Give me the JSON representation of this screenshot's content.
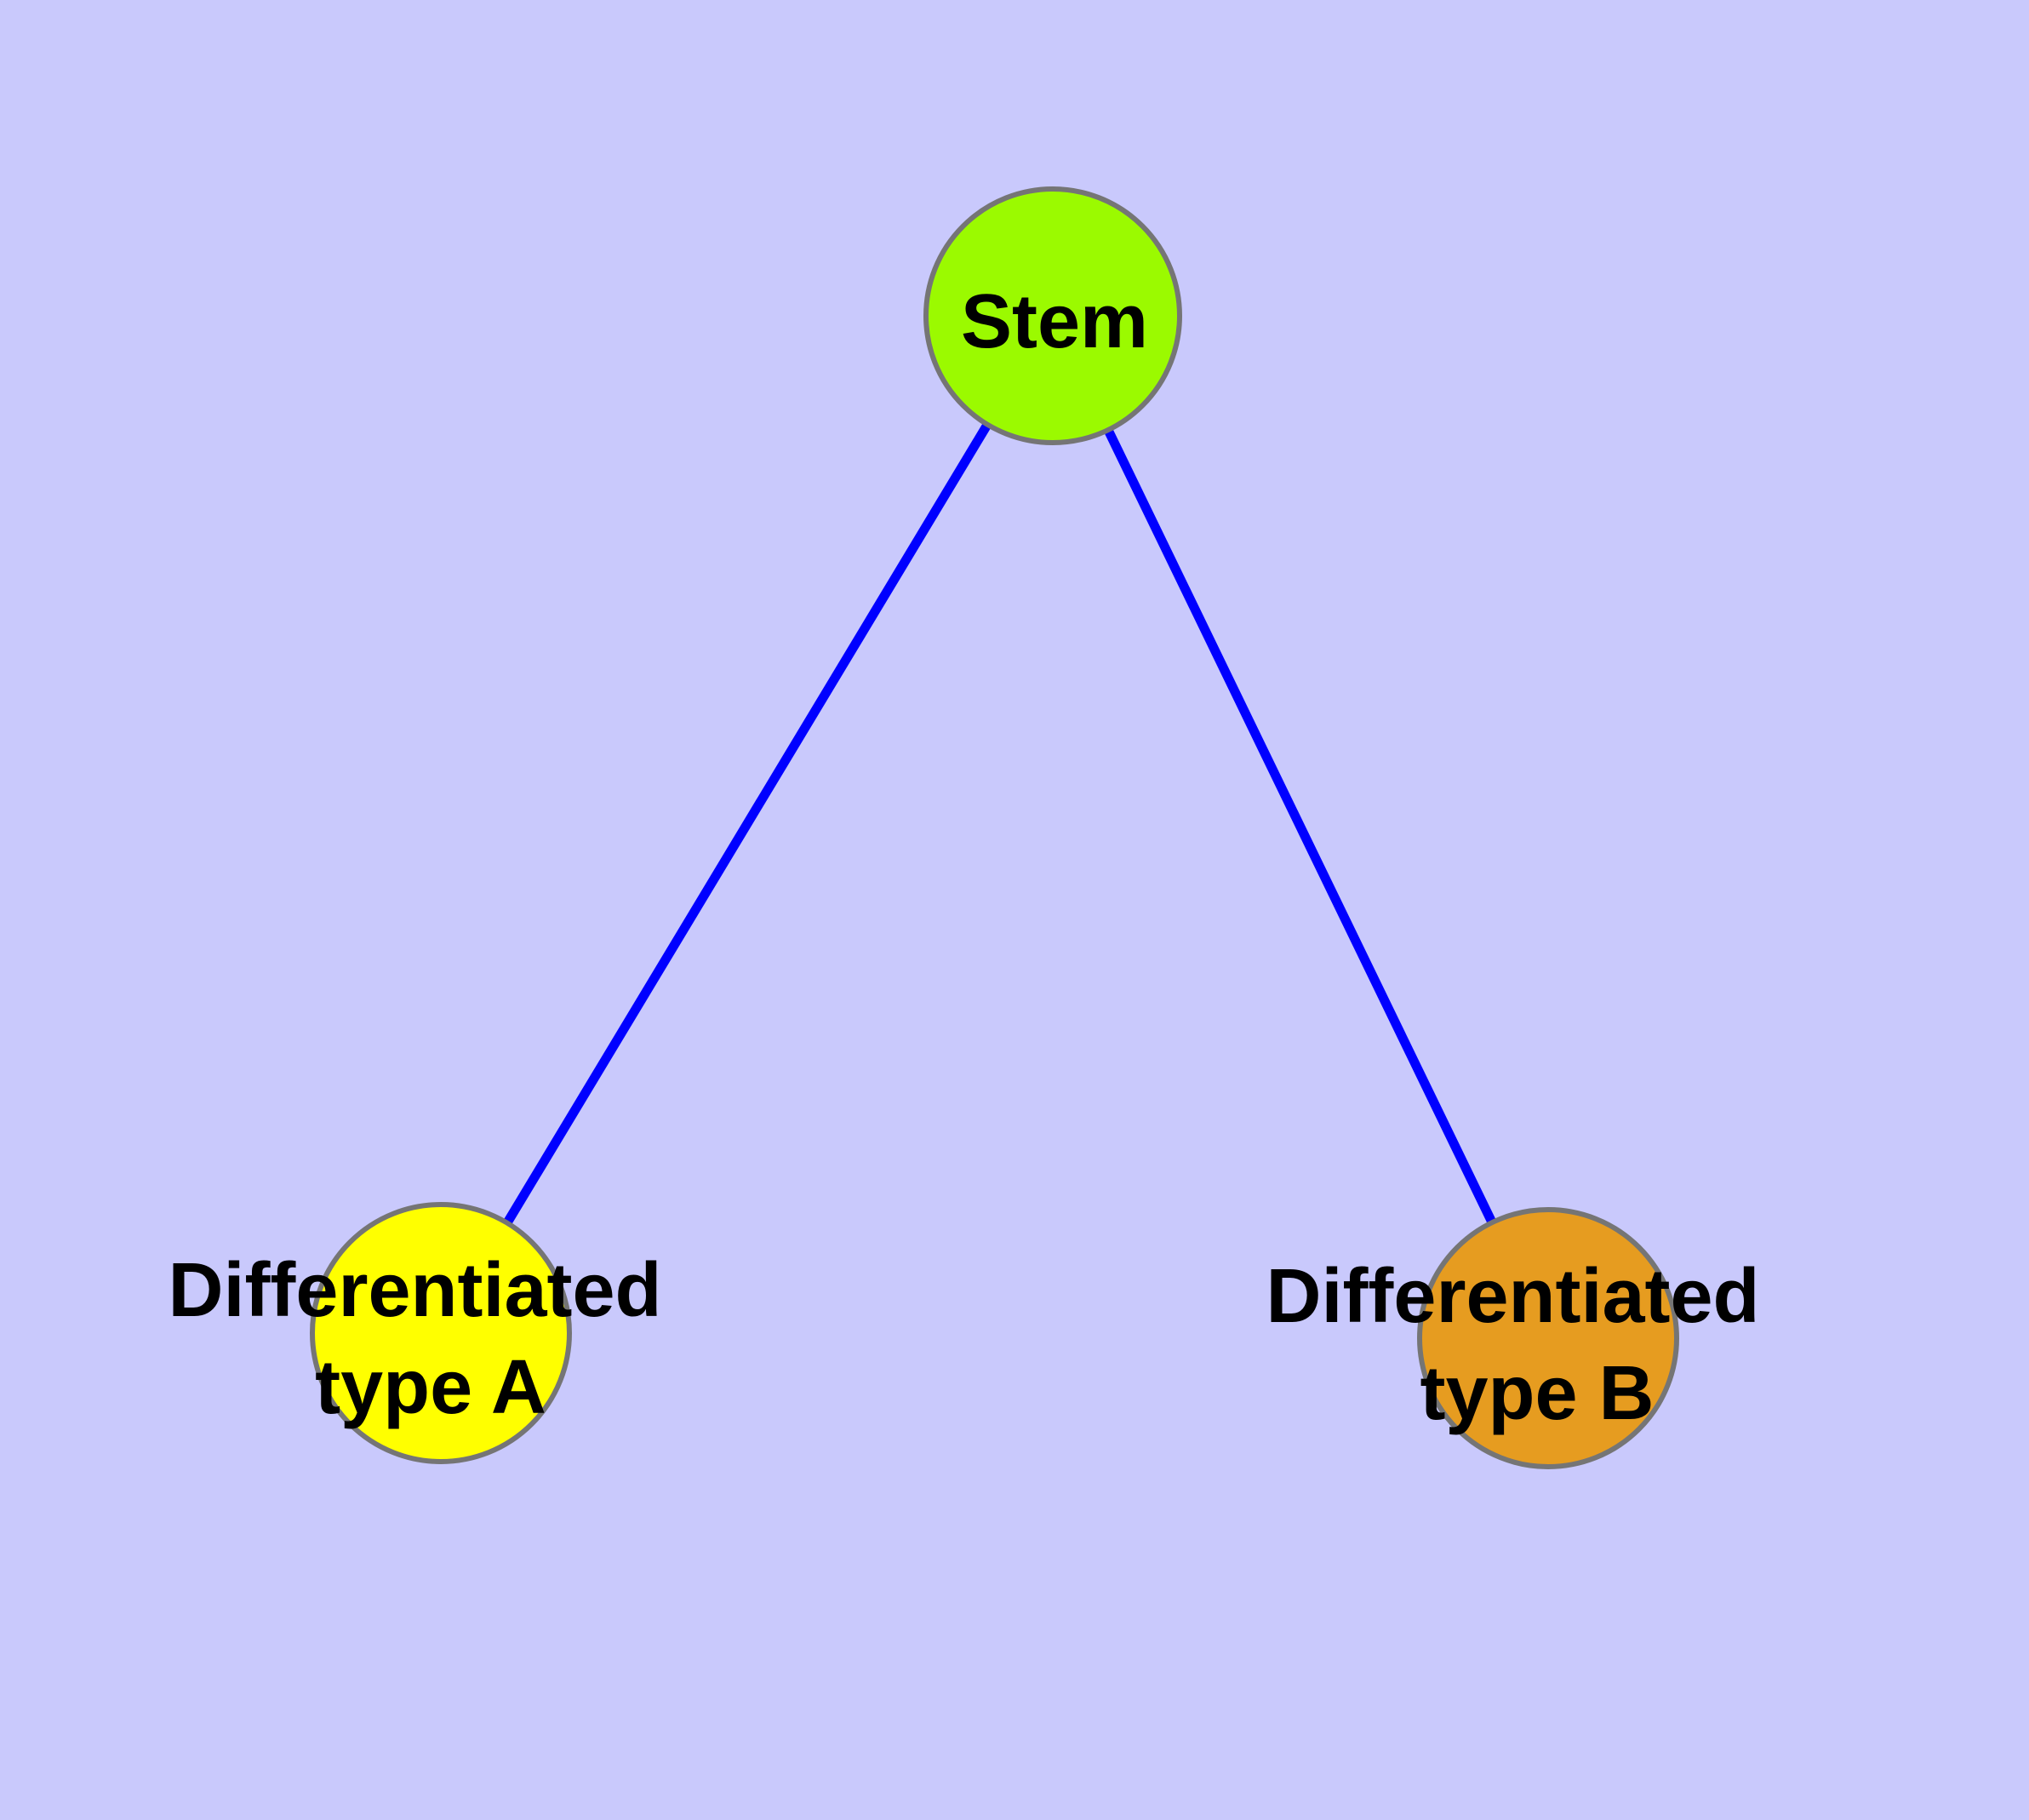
{
  "diagram": {
    "background_color": "#c9c9fc",
    "edge_color": "#0000ff",
    "node_border_color": "#757575",
    "label_color": "#000000",
    "nodes": [
      {
        "id": "stem",
        "label": "Stem",
        "fill": "#9bfa00"
      },
      {
        "id": "differentiated-type-a",
        "label_line1": "Differentiated",
        "label_line2": "type A",
        "fill": "#ffff00"
      },
      {
        "id": "differentiated-type-b",
        "label_line1": "Differentiated",
        "label_line2": "type B",
        "fill": "#e69c20"
      }
    ],
    "edges": [
      {
        "from": "Stem",
        "to": "Differentiated type A"
      },
      {
        "from": "Stem",
        "to": "Differentiated type B"
      }
    ]
  }
}
